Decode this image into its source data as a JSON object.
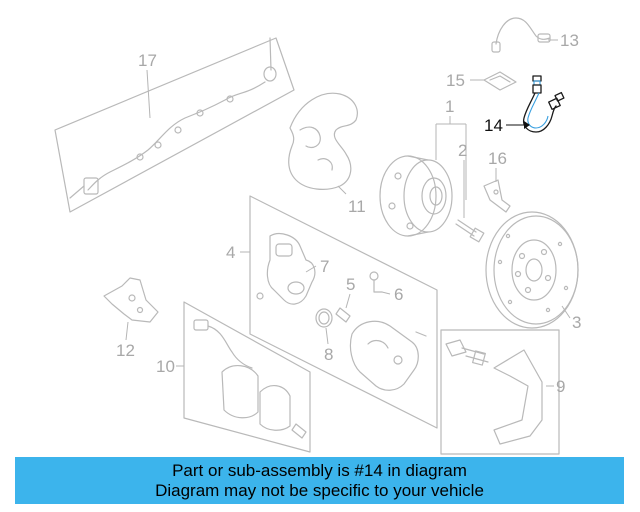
{
  "diagram": {
    "callouts": {
      "c1": "1",
      "c2": "2",
      "c3": "3",
      "c4": "4",
      "c5": "5",
      "c6": "6",
      "c7": "7",
      "c8": "8",
      "c9": "9",
      "c10": "10",
      "c11": "11",
      "c12": "12",
      "c13": "13",
      "c14": "14",
      "c15": "15",
      "c16": "16",
      "c17": "17"
    },
    "highlighted_part": "14",
    "colors": {
      "highlight": "#111111",
      "parts": "#b9b9b9",
      "banner": "#3cb4ec"
    }
  },
  "banner": {
    "line1": "Part or sub-assembly is #14 in diagram",
    "line2": "Diagram may not be specific to your vehicle"
  }
}
